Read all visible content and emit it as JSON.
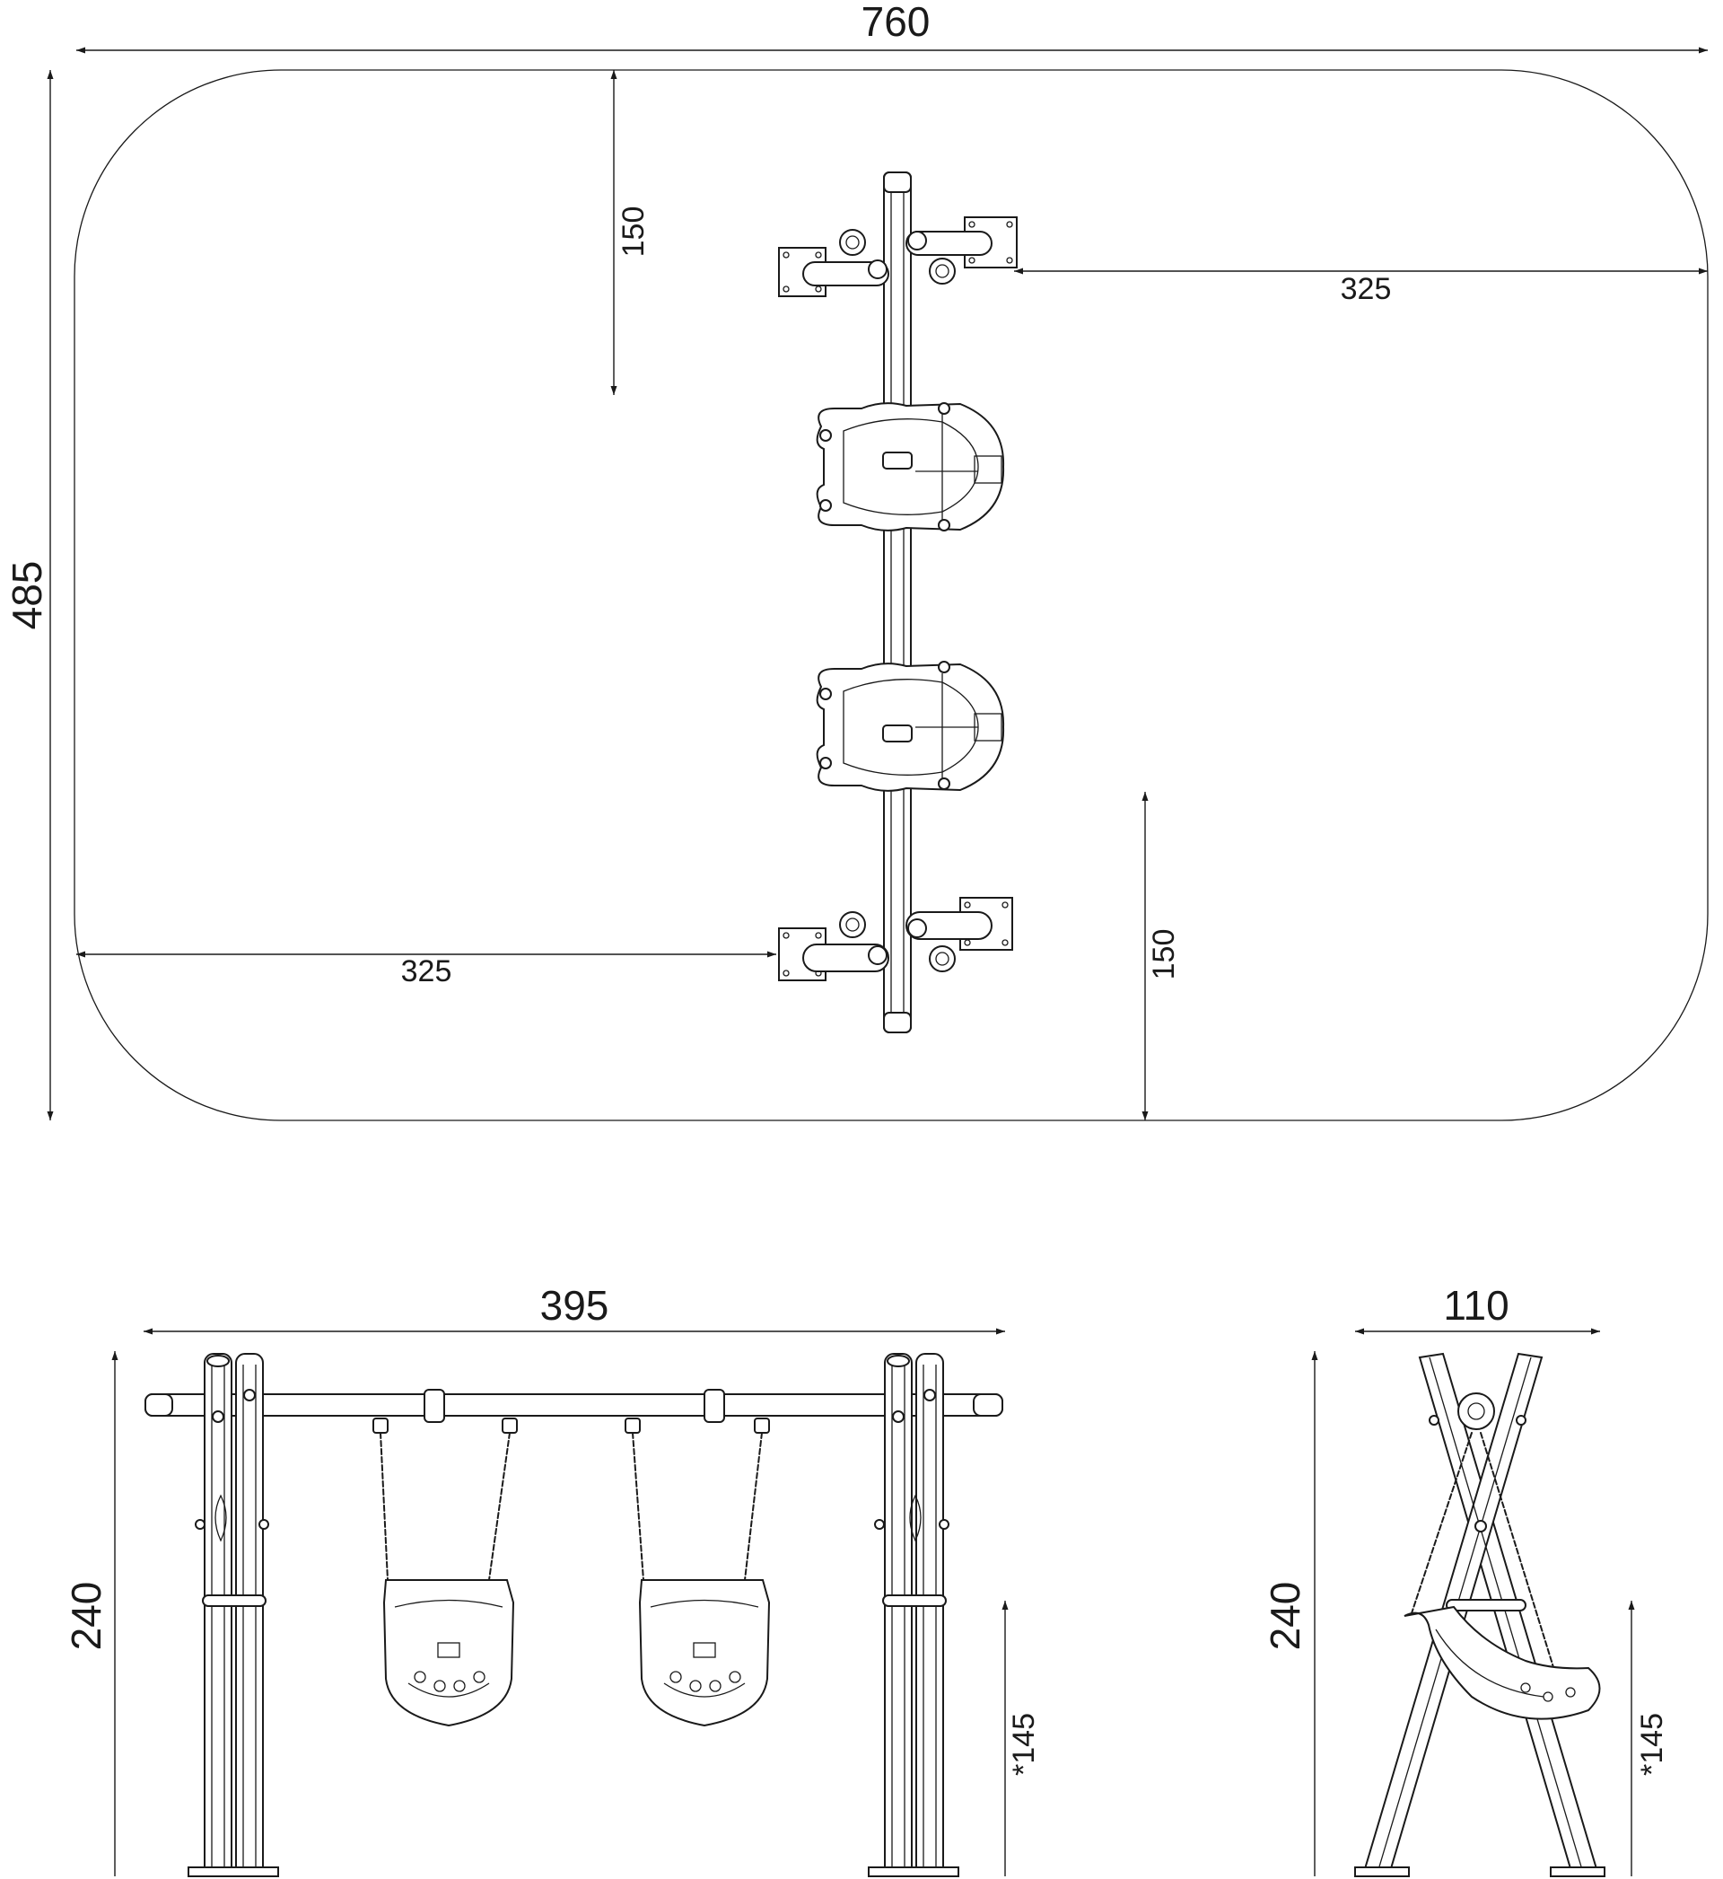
{
  "plan_view": {
    "overall_width": "760",
    "overall_depth": "485",
    "top_offset": "150",
    "right_offset": "325",
    "left_offset": "325",
    "bottom_offset": "150"
  },
  "front_view": {
    "width": "395",
    "height": "240",
    "seat_height": "*145"
  },
  "side_view": {
    "width": "110",
    "height": "240",
    "seat_height": "*145"
  }
}
